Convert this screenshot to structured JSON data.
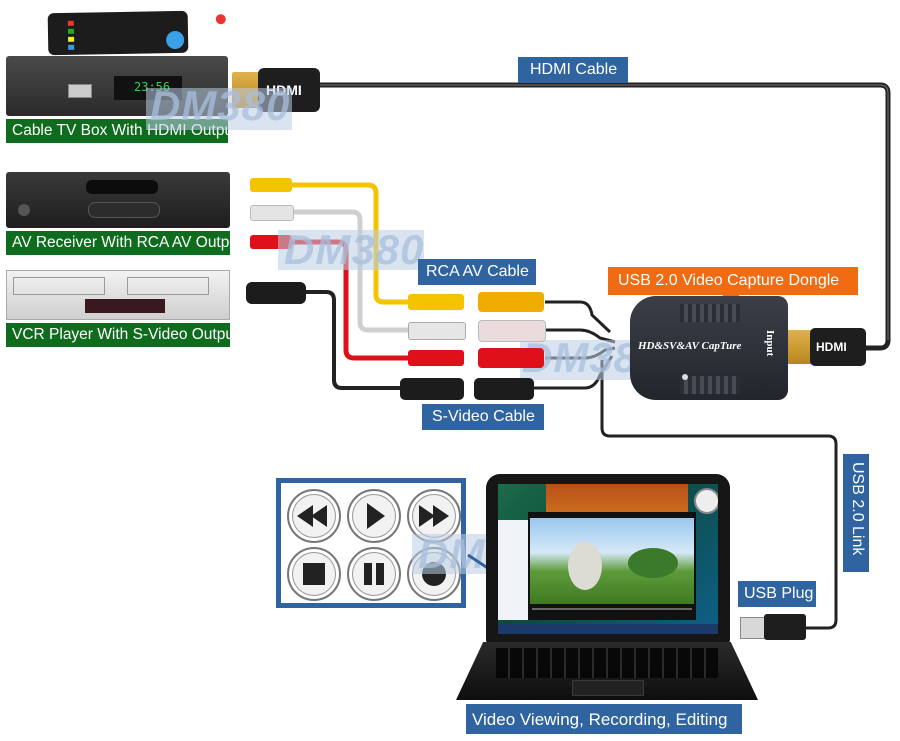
{
  "labels": {
    "cable_tv_box": "Cable TV Box With HDMI Output",
    "av_receiver": "AV Receiver With RCA AV Output",
    "vcr_player": "VCR Player With S-Video Output",
    "hdmi_cable": "HDMI Cable",
    "rca_av_cable": "RCA AV Cable",
    "s_video_cable": "S-Video Cable",
    "capture_dongle": "USB 2.0 Video Capture Dongle",
    "usb_link": "USB 2.0 Link",
    "usb_plug": "USB Plug",
    "laptop_caption": "Video Viewing, Recording, Editing"
  },
  "device_text": {
    "tv_box_clock": "23:56",
    "hdmi_connector_text": "HDMI",
    "dongle_text": "HD&SV&AV CapTure",
    "dongle_port": "Input",
    "dongle_hdmi": "HDMI"
  },
  "watermark": "DM380",
  "playback_controls": [
    "rewind",
    "play",
    "fast-forward",
    "stop",
    "pause",
    "record"
  ],
  "colors": {
    "label_blue": "#2f64a0",
    "label_green": "#0f6b1d",
    "label_orange": "#f06b12",
    "rca_yellow": "#f5c400",
    "rca_white": "#d8d8d8",
    "rca_red": "#e0101a"
  }
}
